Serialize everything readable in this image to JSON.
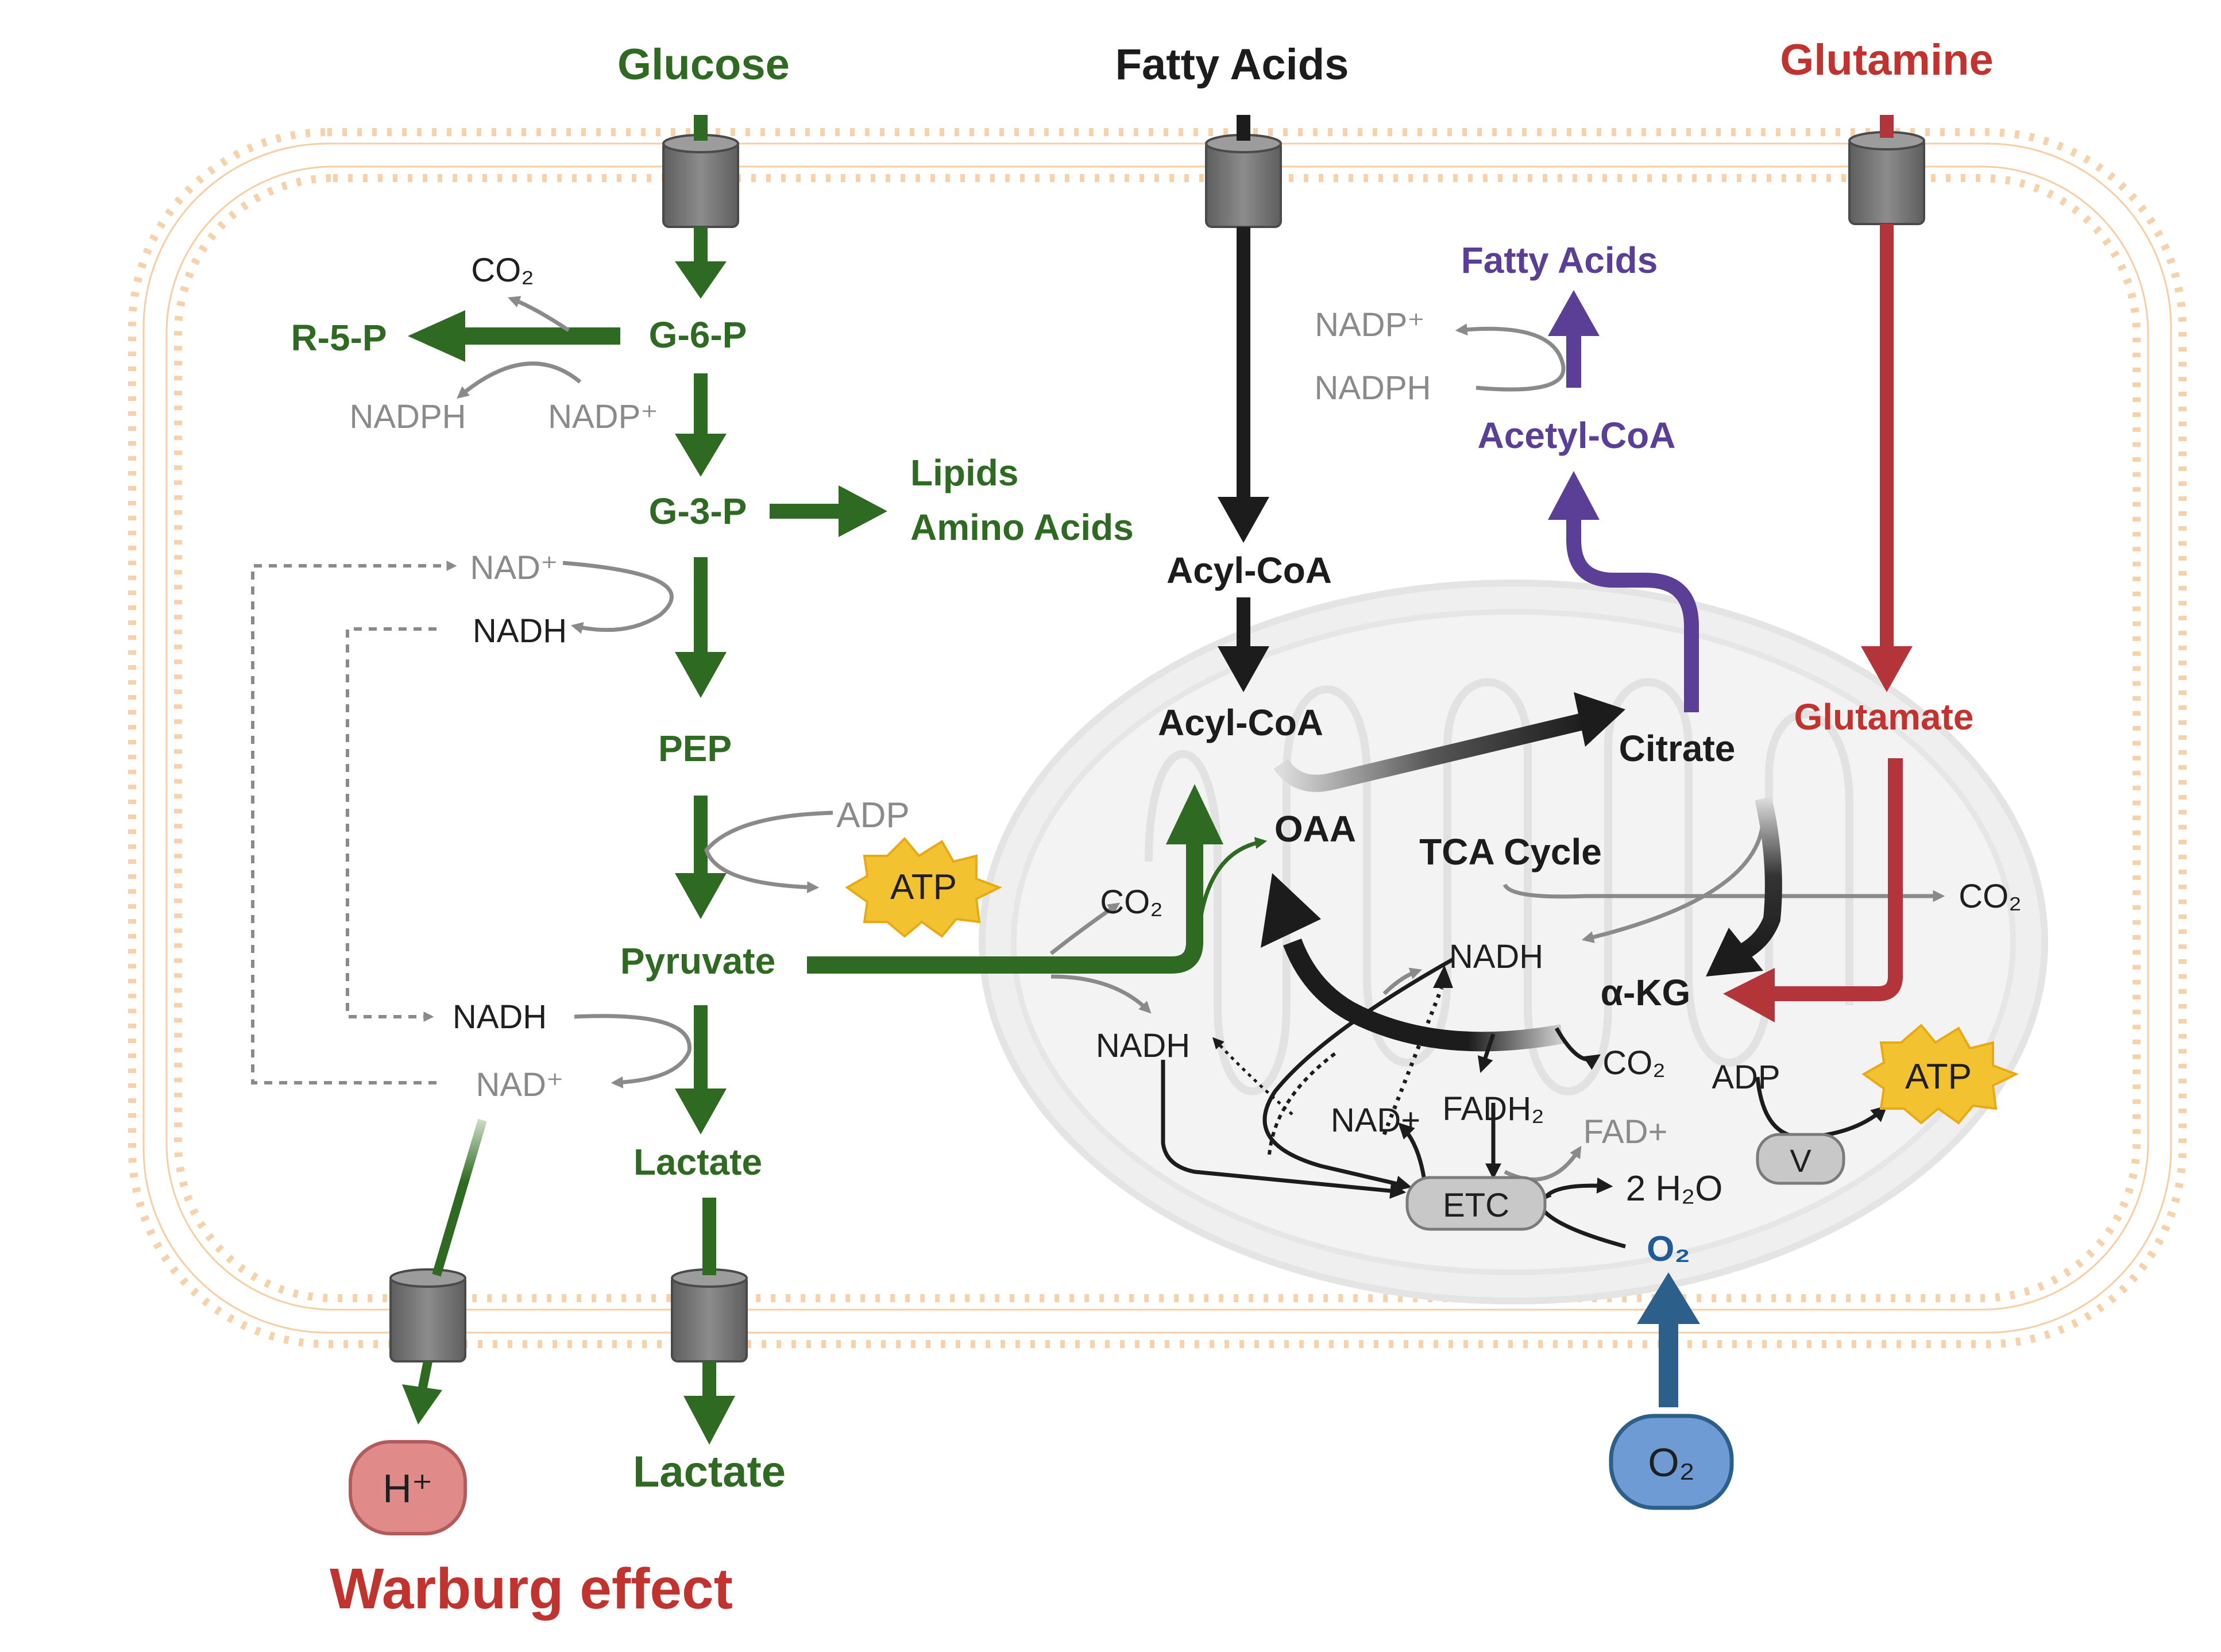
{
  "inputs": {
    "glucose": "Glucose",
    "fatty_acids": "Fatty Acids",
    "glutamine": "Glutamine"
  },
  "glycolysis": {
    "g6p": "G-6-P",
    "r5p": "R-5-P",
    "co2": "CO₂",
    "nadph": "NADPH",
    "nadp_plus": "NADP⁺",
    "g3p": "G-3-P",
    "lipids": "Lipids",
    "amino_acids": "Amino Acids",
    "nad_plus_top": "NAD⁺",
    "nadh_top": "NADH",
    "pep": "PEP",
    "adp": "ADP",
    "atp": "ATP",
    "pyruvate": "Pyruvate",
    "nadh_bottom": "NADH",
    "nad_plus_bottom": "NAD⁺",
    "lactate_inside": "Lactate",
    "lactate_outside": "Lactate",
    "h_plus": "H⁺",
    "warburg": "Warburg effect"
  },
  "lipogenesis": {
    "fatty_acids_out": "Fatty Acids",
    "nadp_plus": "NADP⁺",
    "nadph": "NADPH",
    "acetyl_coa": "Acetyl-CoA"
  },
  "fatty_acid_oxidation": {
    "acyl_coa_cyto": "Acyl-CoA",
    "acyl_coa_mito": "Acyl-CoA"
  },
  "mitochondrion": {
    "citrate": "Citrate",
    "oaa": "OAA",
    "tca_cycle": "TCA Cycle",
    "co2_right": "CO₂",
    "co2_pyruvate": "CO₂",
    "nadh_left": "NADH",
    "nadh_center": "NADH",
    "akg": "α-KG",
    "co2_akg": "CO₂",
    "nad_plus": "NAD+",
    "fadh2": "FADH₂",
    "fad_plus": "FAD+",
    "etc": "ETC",
    "water": "2 H₂O",
    "o2_inner": "O₂",
    "adp": "ADP",
    "atp": "ATP",
    "complex_v": "V"
  },
  "glutaminolysis": {
    "glutamate": "Glutamate"
  },
  "oxygen": {
    "o2_outside": "O₂"
  },
  "colors": {
    "green": "#2e6a21",
    "black": "#1c1c1c",
    "red": "#b33539",
    "purple": "#5b3f96",
    "blue": "#2c5f8a",
    "grey": "#8a8a8a",
    "membrane": "#f6c99a",
    "atp_star": "#f2c230"
  }
}
